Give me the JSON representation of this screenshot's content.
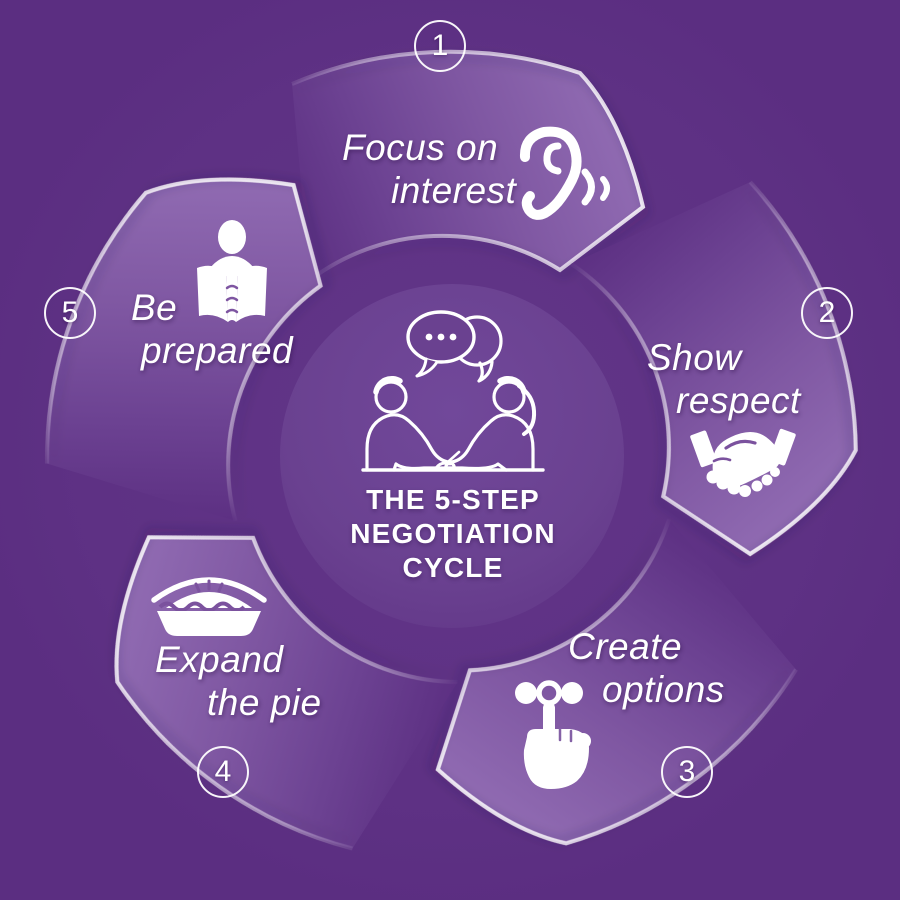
{
  "title": {
    "line1": "THE 5-STEP",
    "line2": "NEGOTIATION",
    "line3": "CYCLE"
  },
  "center_icon": "two-people-conversation-icon",
  "steps": [
    {
      "number": "1",
      "label_line1": "Focus on",
      "label_line2": "interest",
      "icon": "ear-listening-icon"
    },
    {
      "number": "2",
      "label_line1": "Show",
      "label_line2": "respect",
      "icon": "handshake-icon"
    },
    {
      "number": "3",
      "label_line1": "Create",
      "label_line2": "options",
      "icon": "choose-option-hand-icon"
    },
    {
      "number": "4",
      "label_line1": "Expand",
      "label_line2": "the pie",
      "icon": "pie-icon"
    },
    {
      "number": "5",
      "label_line1": "Be",
      "label_line2": "prepared",
      "icon": "person-reading-book-icon"
    }
  ],
  "colors": {
    "background": "#5B2E81",
    "petal_light": "#916CB3",
    "petal_mid": "#7E55A1",
    "center_circle": "#6A4190",
    "outline": "#FFFFFF",
    "text": "#FFFFFF"
  }
}
